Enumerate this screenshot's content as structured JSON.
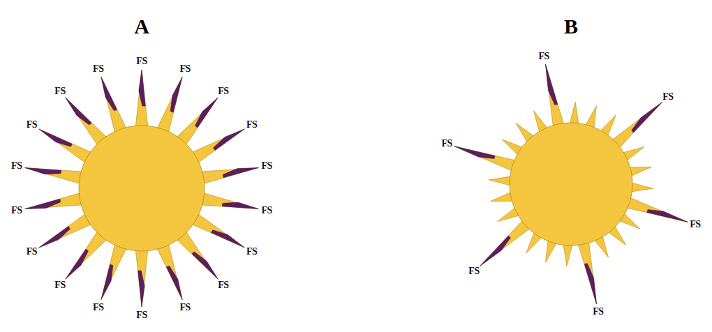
{
  "diagram": {
    "labels": [
      "A",
      "B",
      "FS",
      "FS",
      "FS",
      "FS",
      "FS",
      "FS",
      "FS",
      "FS",
      "FS",
      "FS",
      "FS",
      "FS",
      "FS",
      "FS",
      "FS",
      "FS",
      "FS",
      "FS",
      "FS",
      "FS",
      "FS",
      "FS",
      "FS",
      "FS"
    ]
  }
}
